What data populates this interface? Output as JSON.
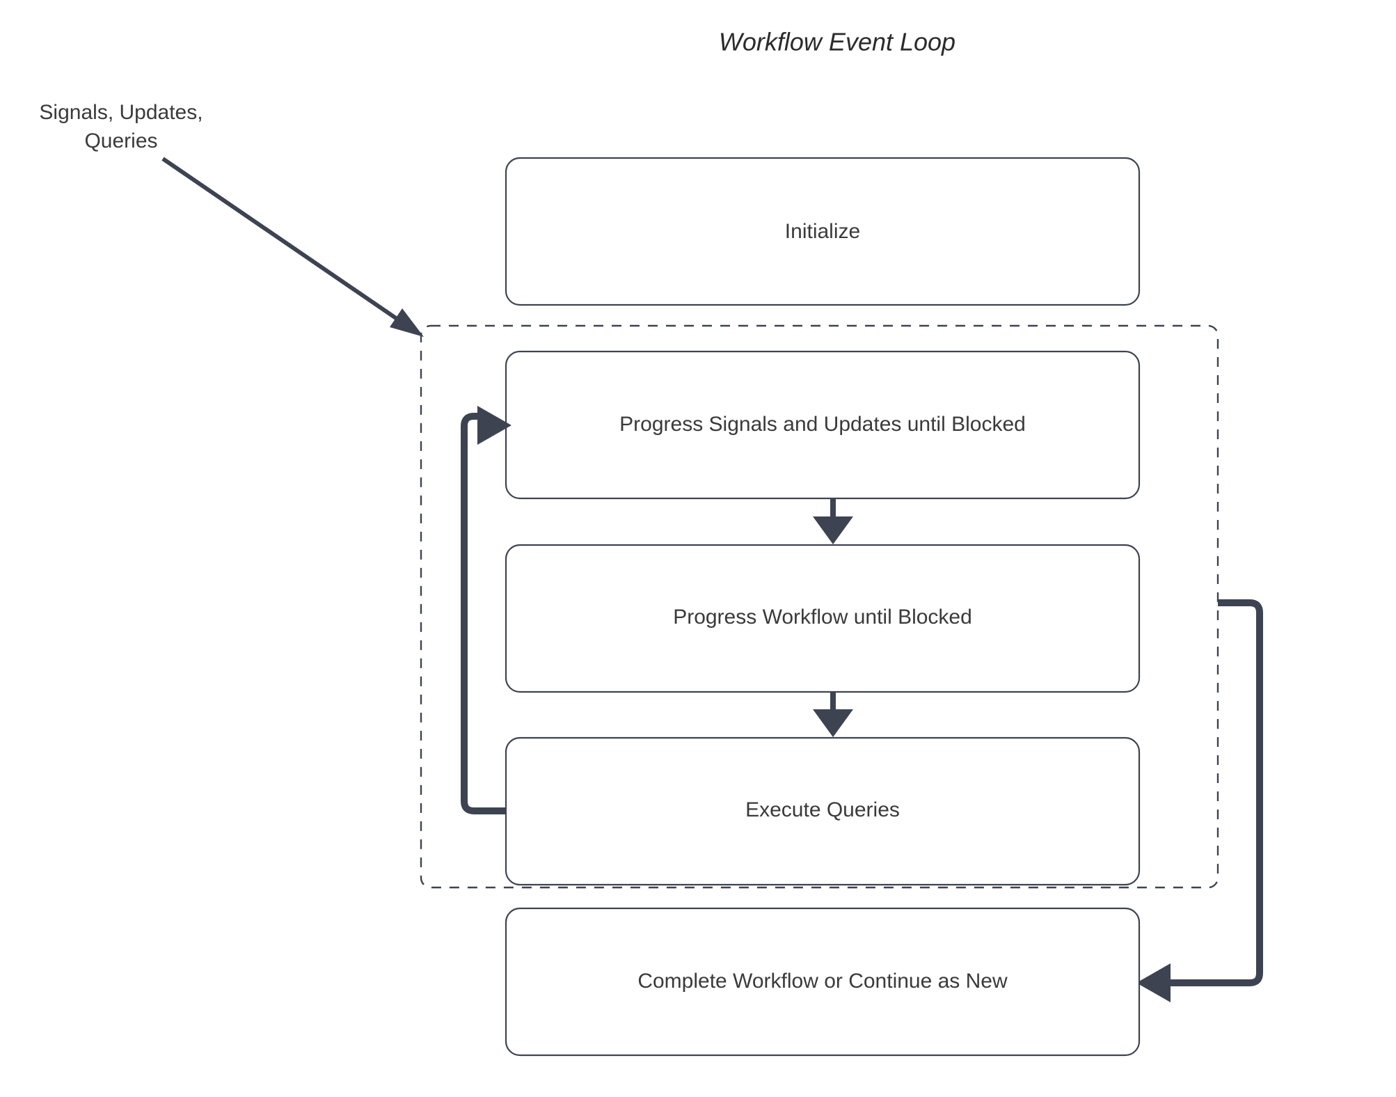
{
  "title": "Workflow Event Loop",
  "external_input": {
    "label_line1": "Signals, Updates,",
    "label_line2": "Queries"
  },
  "nodes": [
    {
      "id": "initialize",
      "label": "Initialize"
    },
    {
      "id": "progress-signals",
      "label": "Progress Signals and Updates until Blocked"
    },
    {
      "id": "progress-workflow",
      "label": "Progress Workflow until Blocked"
    },
    {
      "id": "execute-queries",
      "label": "Execute Queries"
    },
    {
      "id": "complete-workflow",
      "label": "Complete Workflow or Continue as New"
    }
  ],
  "loop_group": {
    "style": "dashed",
    "label": ""
  },
  "colors": {
    "stroke": "#3d4351",
    "box_stroke": "#3d4351",
    "text": "#3a3a3a",
    "title": "#2b2b2b",
    "background": "#ffffff"
  }
}
